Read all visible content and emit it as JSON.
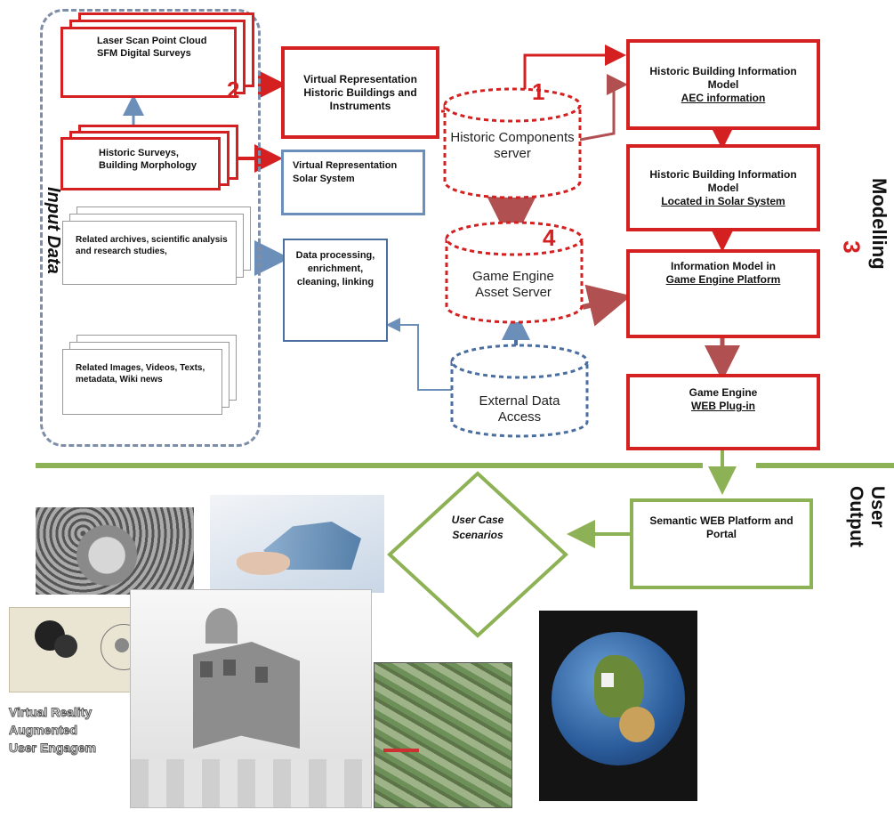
{
  "diagram": {
    "input_group_label": "Input Data",
    "sources": {
      "laser_scan": "Laser Scan Point Cloud SFM Digital Surveys",
      "historic_surveys": "Historic Surveys, Building Morphology",
      "archives": "Related archives, scientific analysis and research studies,",
      "images": "Related Images, Videos, Texts, metadata, Wiki news"
    },
    "nodes": {
      "virtual_buildings": "Virtual Representation Historic Buildings and Instruments",
      "virtual_solar": "Virtual Representation Solar System",
      "data_processing": "Data processing, enrichment, cleaning, linking",
      "historic_components_server": "Historic Components server",
      "game_engine_asset_server": "Game Engine Asset  Server",
      "external_data_access": "External Data Access",
      "hbim_title": "Historic Building Information Model",
      "hbim_sub": "AEC information",
      "hbim_solar_title": "Historic Building Information Model",
      "hbim_solar_sub": "Located in Solar System",
      "im_game_title": "Information Model in",
      "im_game_sub": "Game Engine Platform",
      "web_plugin_title": "Game Engine",
      "web_plugin_sub": "WEB Plug-in",
      "semantic_web": "Semantic WEB Platform and Portal",
      "user_case": "User Case Scenarios"
    },
    "numbers": {
      "n1": "1",
      "n2": "2",
      "n3": "3",
      "n4": "4"
    },
    "side_labels": {
      "modelling": "Modelling",
      "user_output": "User Output"
    },
    "collage_caption": {
      "line1": "Virtual Reality",
      "line2": "Augmented",
      "line3": "User Engagem"
    },
    "colors": {
      "red": "#d42020",
      "blue": "#6b8fb8",
      "green": "#8db255",
      "dotted": "#7f8ea8"
    }
  }
}
